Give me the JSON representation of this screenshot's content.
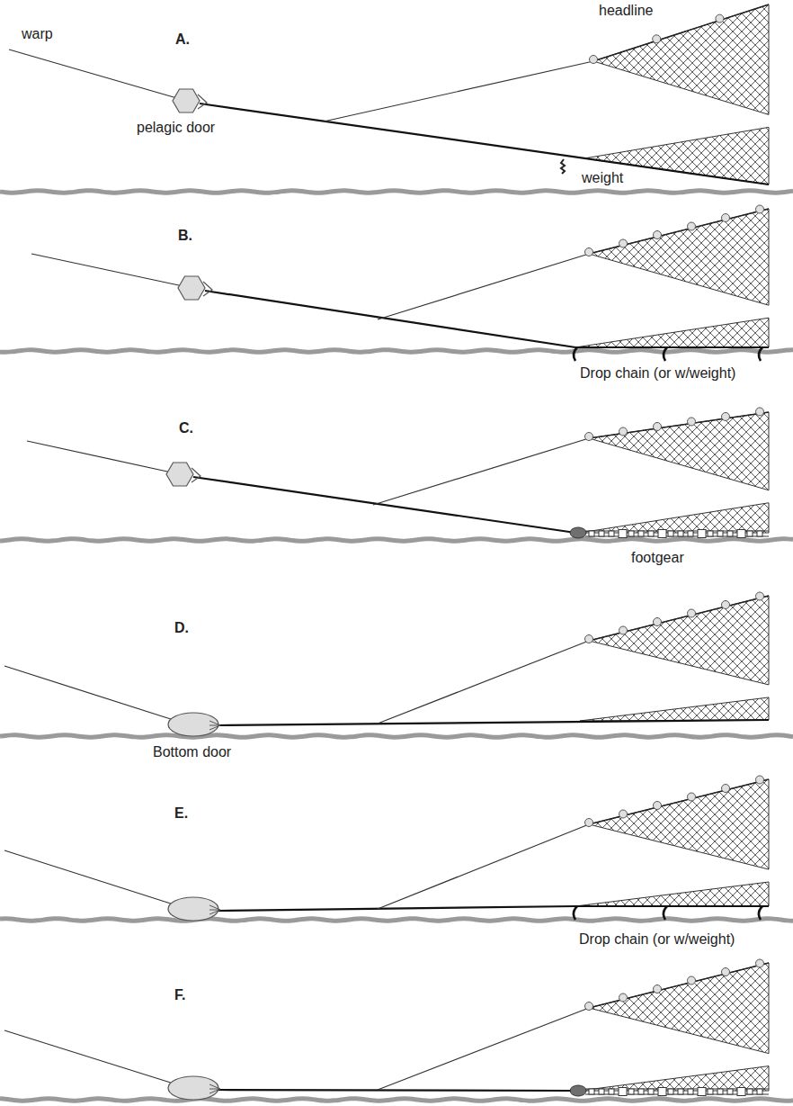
{
  "diagram": {
    "labels": [
      "headline",
      "A.",
      "warp",
      "pelagic door",
      "weight",
      "B.",
      "Drop chain (or w/weight)",
      "C.",
      "footgear",
      "D.",
      "Bottom door",
      "E.",
      "Drop chain (or w/weight)",
      "F."
    ]
  }
}
